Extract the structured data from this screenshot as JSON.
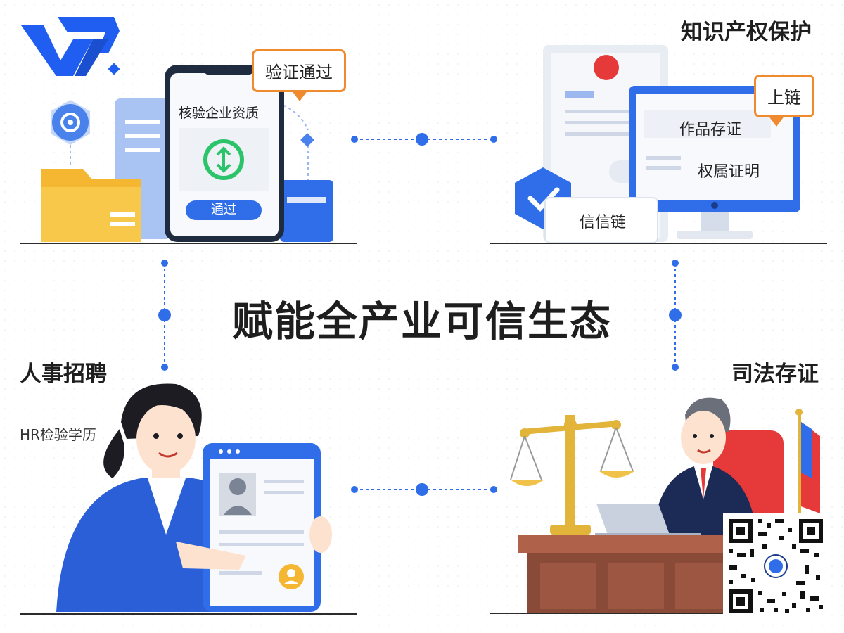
{
  "main_title": "赋能全产业可信生态",
  "sections": {
    "top_right": {
      "title": "知识产权保护"
    },
    "bottom_left": {
      "title": "人事招聘",
      "sub": "HR检验学历"
    },
    "bottom_right": {
      "title": "司法存证"
    }
  },
  "top_left_scene": {
    "bubble": "验证通过",
    "phone_title": "核验企业资质",
    "pass_button": "通过"
  },
  "top_right_scene": {
    "bubble": "上链",
    "monitor_label_1": "作品存证",
    "monitor_label_2": "权属证明",
    "chain_badge": "信信链"
  },
  "colors": {
    "brand_blue": "#2f6ee8",
    "accent_orange": "#f08a2e",
    "qr_dark": "#111111"
  },
  "icons": [
    "logo-icon",
    "shield-icon",
    "folder-icon",
    "check-circle-icon",
    "checkmark-shield-icon",
    "scales-icon",
    "flag-icon",
    "qr-code"
  ]
}
